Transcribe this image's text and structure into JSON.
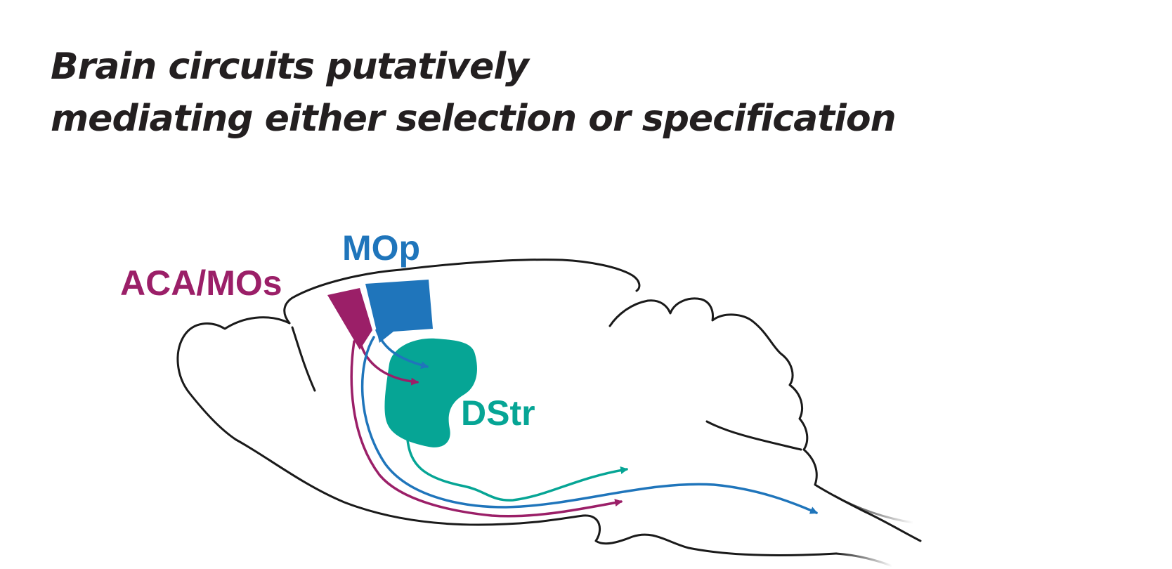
{
  "title": {
    "line1": "Brain circuits putatively",
    "line2": "mediating either selection or specification"
  },
  "regions": {
    "aca_mos": {
      "label": "ACA/MOs",
      "color": "#9b1f68"
    },
    "mop": {
      "label": "MOp",
      "color": "#1f75bb"
    },
    "dstr": {
      "label": "DStr",
      "color": "#06a595"
    }
  },
  "outline_color": "#1a1a1a",
  "text_color": "#231f20"
}
